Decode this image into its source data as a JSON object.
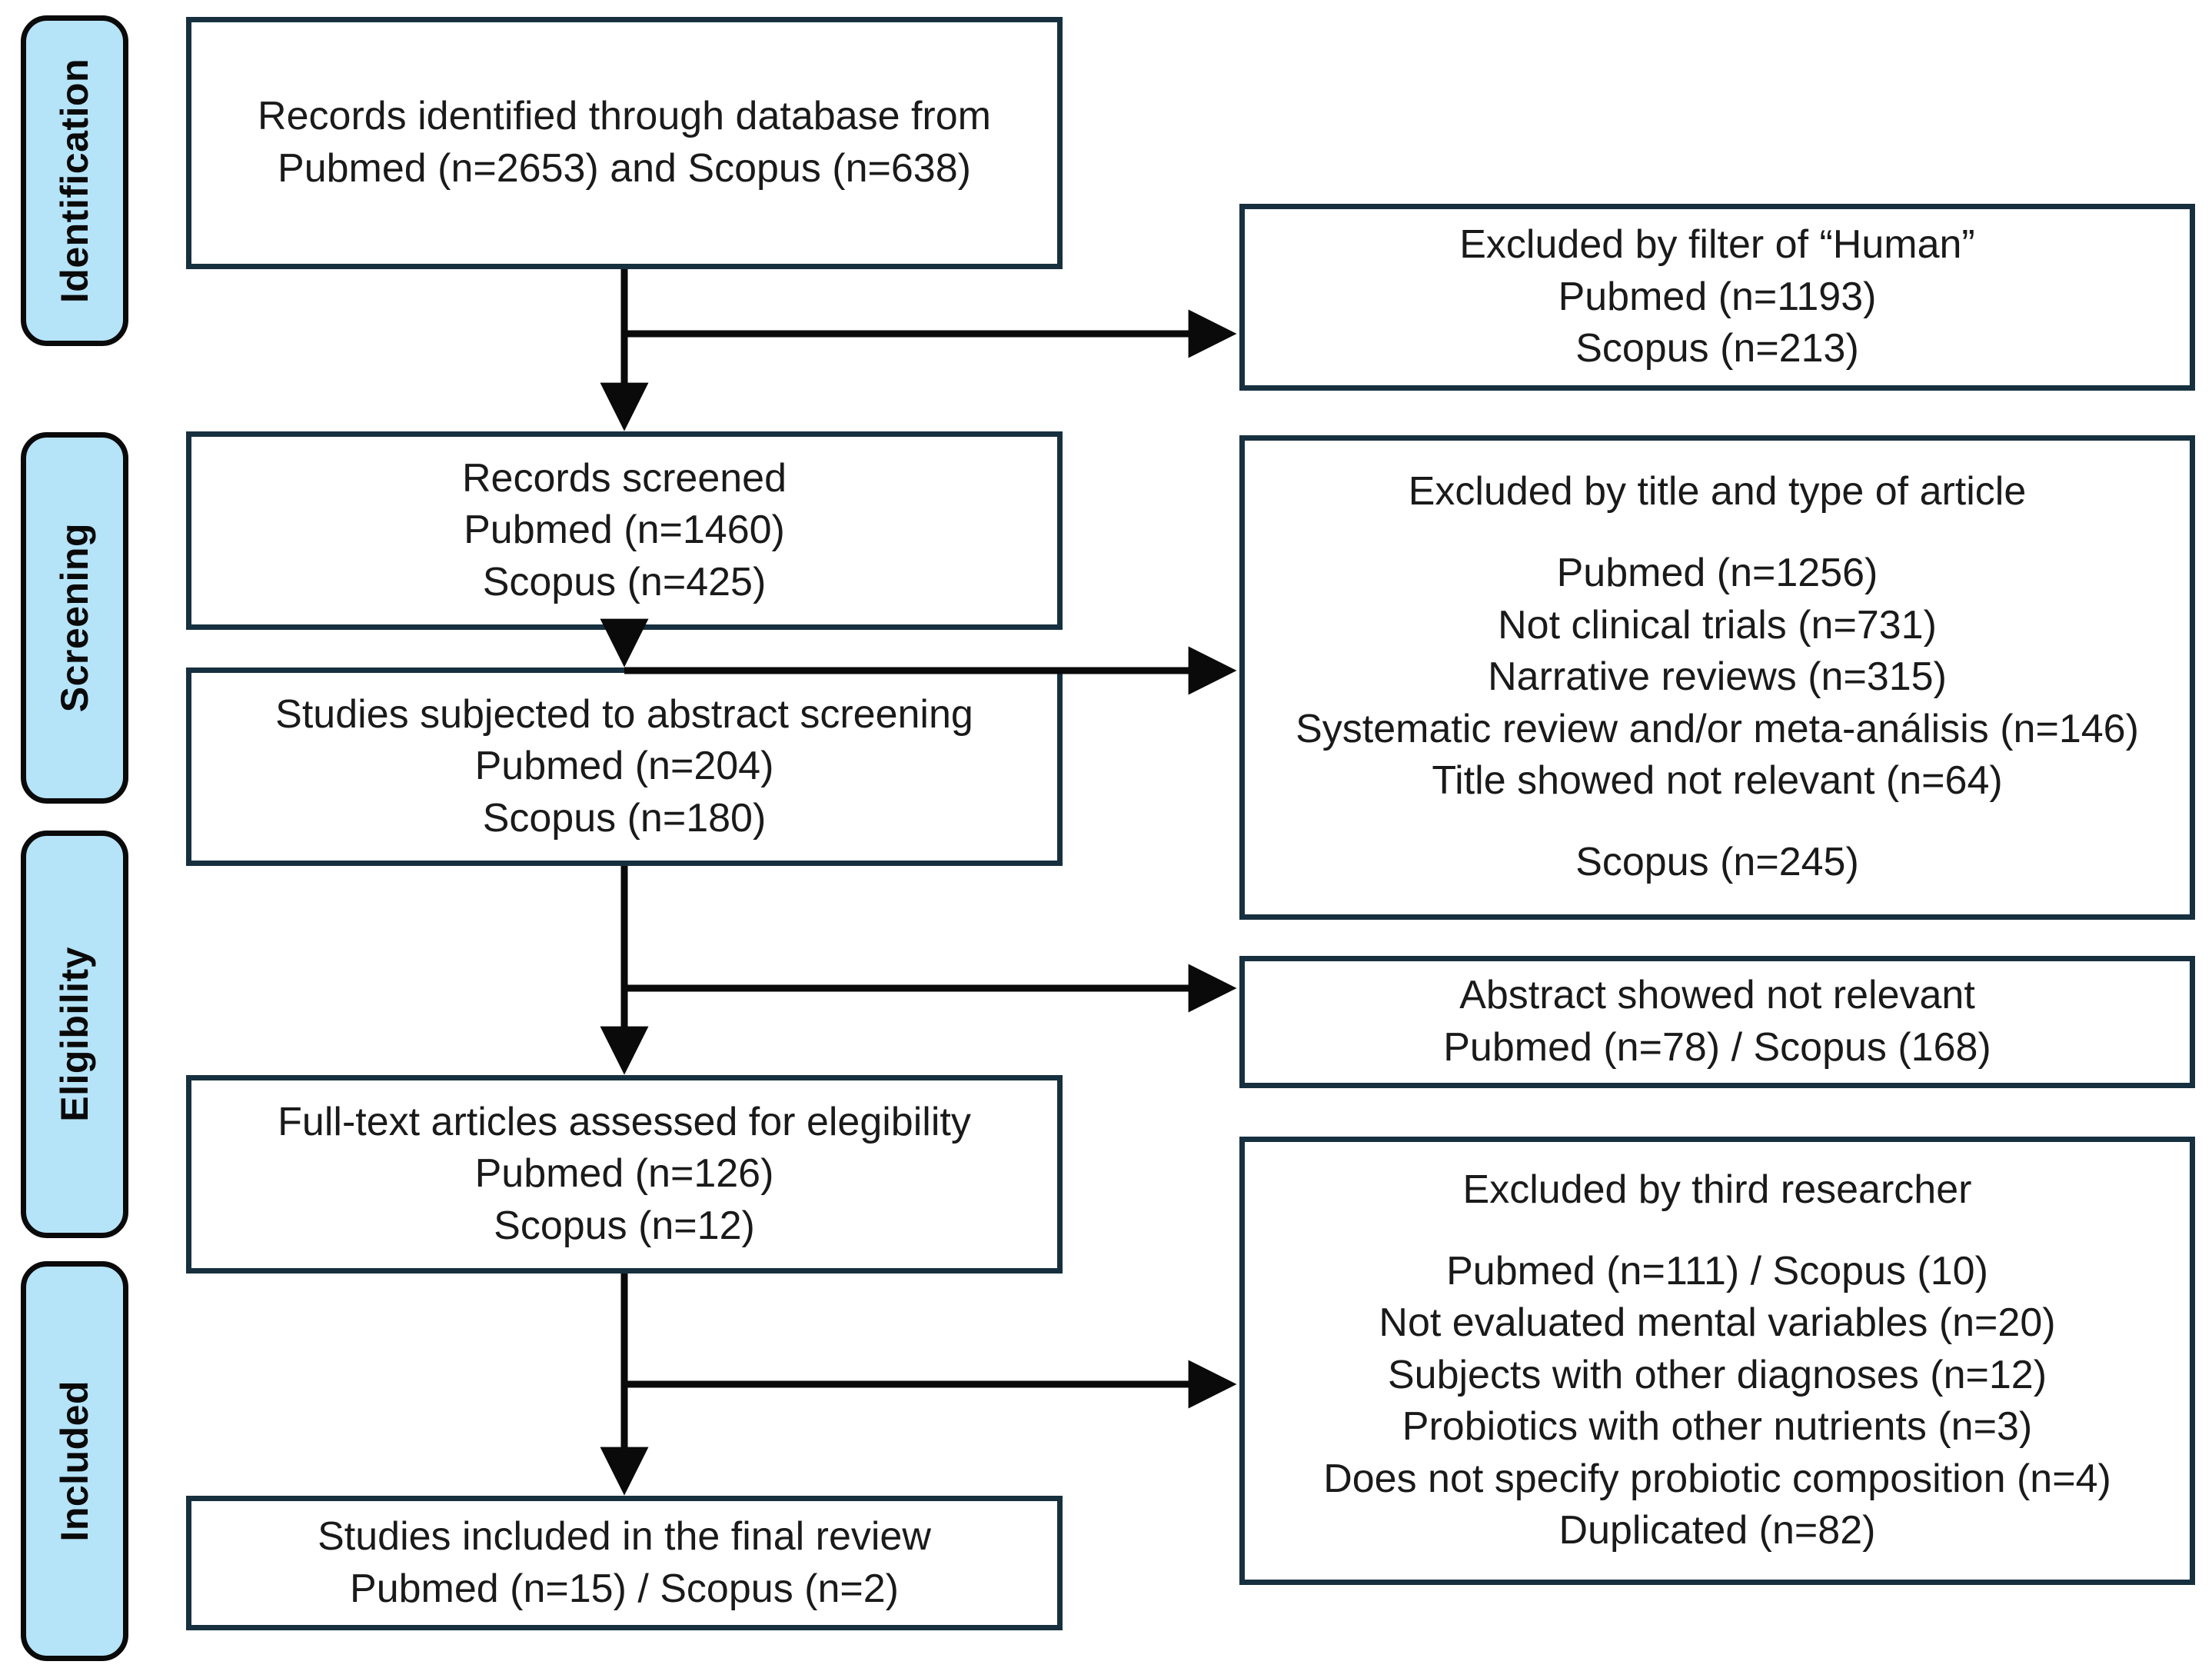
{
  "diagram": {
    "title": "PRISMA flow diagram of study selection",
    "type": "prisma-flowchart",
    "colors": {
      "stage_pill_fill": "#b5e3f8",
      "stage_pill_border": "#0a0a0a",
      "box_border": "#17303f",
      "box_fill": "#ffffff",
      "arrow": "#0a0a0a",
      "text": "#1a1a1a"
    }
  },
  "stages": [
    {
      "id": "identification",
      "label": "Identification"
    },
    {
      "id": "screening",
      "label": "Screening"
    },
    {
      "id": "eligibility",
      "label": "Eligibility"
    },
    {
      "id": "included",
      "label": "Included"
    }
  ],
  "flow": {
    "identified": {
      "id": "records-identified",
      "lines": [
        "Records identified through database from",
        "Pubmed (n=2653) and Scopus (n=638)"
      ]
    },
    "excluded_human": {
      "id": "excluded-by-human-filter",
      "lines": [
        "Excluded by filter of “Human”",
        "Pubmed (n=1193)",
        "Scopus (n=213)"
      ]
    },
    "screened": {
      "id": "records-screened",
      "lines": [
        "Records screened",
        "Pubmed (n=1460)",
        "Scopus (n=425)"
      ]
    },
    "excluded_title": {
      "id": "excluded-by-title-and-type",
      "lines": [
        "Excluded by title and type of article",
        "",
        "Pubmed (n=1256)",
        "Not clinical trials (n=731)",
        "Narrative reviews (n=315)",
        "Systematic review and/or meta-análisis (n=146)",
        "Title showed not relevant (n=64)",
        "",
        "Scopus (n=245)"
      ]
    },
    "abstract_screening": {
      "id": "studies-abstract-screening",
      "lines": [
        "Studies subjected to abstract screening",
        "Pubmed (n=204)",
        "Scopus (n=180)"
      ]
    },
    "excluded_abstract": {
      "id": "abstract-not-relevant",
      "lines": [
        "Abstract showed not relevant",
        "Pubmed (n=78) / Scopus (168)"
      ]
    },
    "fulltext": {
      "id": "fulltext-assessed",
      "lines": [
        "Full-text articles assessed for elegibility",
        "Pubmed (n=126)",
        "Scopus (n=12)"
      ]
    },
    "excluded_third": {
      "id": "excluded-by-third-researcher",
      "lines": [
        "Excluded by third researcher",
        "",
        "Pubmed (n=111) / Scopus (10)",
        "Not evaluated mental variables (n=20)",
        "Subjects with other diagnoses (n=12)",
        "Probiotics with other nutrients (n=3)",
        "Does not specify probiotic composition (n=4)",
        "Duplicated (n=82)"
      ]
    },
    "included_final": {
      "id": "studies-included-final",
      "lines": [
        "Studies included in the final review",
        "Pubmed (n=15) / Scopus (n=2)"
      ]
    }
  },
  "chart_data": {
    "type": "diagram",
    "title": "PRISMA flow diagram",
    "nodes": [
      {
        "id": "records-identified",
        "stage": "Identification",
        "column": "main",
        "counts": {
          "Pubmed": 2653,
          "Scopus": 638
        }
      },
      {
        "id": "excluded-by-human-filter",
        "stage": "Identification",
        "column": "excluded",
        "counts": {
          "Pubmed": 1193,
          "Scopus": 213
        }
      },
      {
        "id": "records-screened",
        "stage": "Screening",
        "column": "main",
        "counts": {
          "Pubmed": 1460,
          "Scopus": 425
        }
      },
      {
        "id": "excluded-by-title-and-type",
        "stage": "Screening",
        "column": "excluded",
        "counts": {
          "Pubmed": 1256,
          "Not clinical trials": 731,
          "Narrative reviews": 315,
          "Systematic review and/or meta-analisis": 146,
          "Title showed not relevant": 64,
          "Scopus": 245
        }
      },
      {
        "id": "studies-abstract-screening",
        "stage": "Screening",
        "column": "main",
        "counts": {
          "Pubmed": 204,
          "Scopus": 180
        }
      },
      {
        "id": "abstract-not-relevant",
        "stage": "Eligibility",
        "column": "excluded",
        "counts": {
          "Pubmed": 78,
          "Scopus": 168
        }
      },
      {
        "id": "fulltext-assessed",
        "stage": "Eligibility",
        "column": "main",
        "counts": {
          "Pubmed": 126,
          "Scopus": 12
        }
      },
      {
        "id": "excluded-by-third-researcher",
        "stage": "Included",
        "column": "excluded",
        "counts": {
          "Pubmed": 111,
          "Scopus": 10,
          "Not evaluated mental variables": 20,
          "Subjects with other diagnoses": 12,
          "Probiotics with other nutrients": 3,
          "Does not specify probiotic composition": 4,
          "Duplicated": 82
        }
      },
      {
        "id": "studies-included-final",
        "stage": "Included",
        "column": "main",
        "counts": {
          "Pubmed": 15,
          "Scopus": 2
        }
      }
    ],
    "edges": [
      {
        "from": "records-identified",
        "to": "records-screened",
        "kind": "down"
      },
      {
        "from": "records-identified",
        "to": "excluded-by-human-filter",
        "kind": "right"
      },
      {
        "from": "records-screened",
        "to": "studies-abstract-screening",
        "kind": "down"
      },
      {
        "from": "records-screened",
        "to": "excluded-by-title-and-type",
        "kind": "right"
      },
      {
        "from": "studies-abstract-screening",
        "to": "fulltext-assessed",
        "kind": "down"
      },
      {
        "from": "studies-abstract-screening",
        "to": "abstract-not-relevant",
        "kind": "right"
      },
      {
        "from": "fulltext-assessed",
        "to": "studies-included-final",
        "kind": "down"
      },
      {
        "from": "fulltext-assessed",
        "to": "excluded-by-third-researcher",
        "kind": "right"
      }
    ]
  }
}
